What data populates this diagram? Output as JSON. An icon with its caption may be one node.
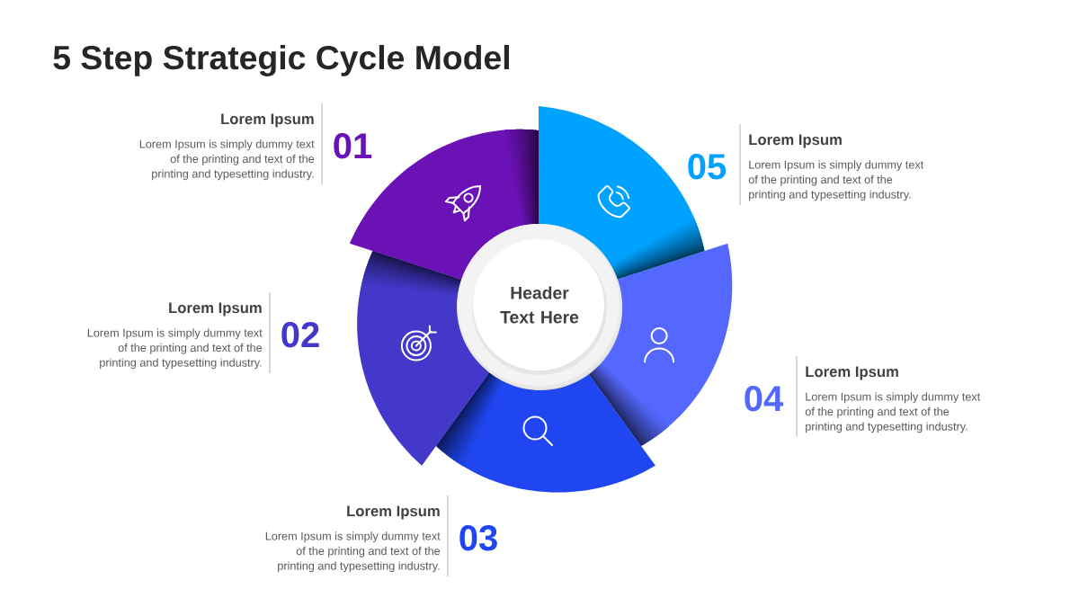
{
  "diagram": {
    "title": "5 Step Strategic Cycle Model",
    "nodes": [
      {
        "text": [
          "Header Text Here"
        ]
      },
      {
        "text": [],
        "shape": "sector",
        "beside": [
          "01",
          "Lorem Ipsum",
          "Lorem Ipsum is simply dummy text of the printing and text of the printing and typesetting industry."
        ]
      },
      {
        "text": [],
        "shape": "sector",
        "beside": [
          "02",
          "Lorem Ipsum",
          "Lorem Ipsum is simply dummy text of the printing and text of the printing and typesetting industry."
        ]
      },
      {
        "text": [],
        "shape": "sector",
        "beside": [
          "03",
          "Lorem Ipsum",
          "Lorem Ipsum is simply dummy text of the printing and text of the printing and typesetting industry."
        ]
      },
      {
        "text": [],
        "shape": "sector",
        "beside": [
          "04",
          "Lorem Ipsum",
          "Lorem Ipsum is simply dummy text of the printing and text of the printing and typesetting industry."
        ]
      },
      {
        "text": [],
        "shape": "sector",
        "beside": [
          "05",
          "Lorem Ipsum",
          "Lorem Ipsum is simply dummy text of the printing and text of the printing and typesetting industry."
        ]
      }
    ]
  }
}
